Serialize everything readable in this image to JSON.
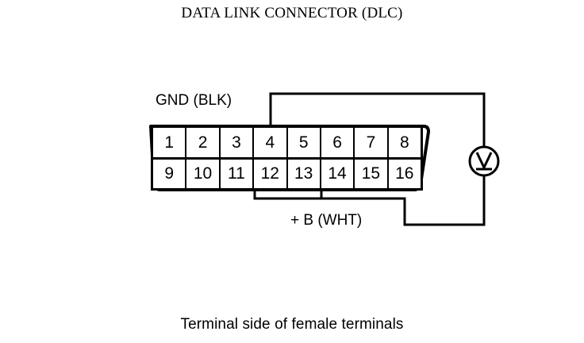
{
  "title": "DATA LINK CONNECTOR (DLC)",
  "caption": "Terminal side of female terminals",
  "connector": {
    "name": "Data Link Connector (DLC)",
    "pin_rows": [
      [
        "1",
        "2",
        "3",
        "4",
        "5",
        "6",
        "7",
        "8"
      ],
      [
        "9",
        "10",
        "11",
        "12",
        "13",
        "14",
        "15",
        "16"
      ]
    ]
  },
  "labels": {
    "ground": "GND (BLK)",
    "battery_positive": "+ B (WHT)"
  },
  "meter": {
    "symbol": "V",
    "type": "voltmeter"
  },
  "colors": {
    "line": "#000000",
    "background": "#ffffff"
  }
}
